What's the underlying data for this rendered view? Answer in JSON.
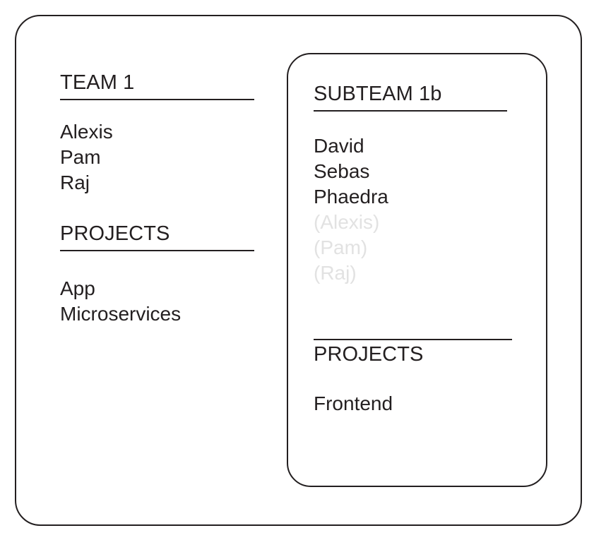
{
  "diagram": {
    "title": "Team and subteam membership diagram",
    "colors": {
      "stroke": "#231f20",
      "text": "#231f20",
      "inactive_text": "#e2e2e2",
      "background": "#ffffff"
    },
    "team": {
      "title": "TEAM 1",
      "members": [
        {
          "label": "Alexis",
          "state": "active"
        },
        {
          "label": "Pam",
          "state": "active"
        },
        {
          "label": "Raj",
          "state": "active"
        }
      ],
      "projects_heading": "PROJECTS",
      "projects": [
        {
          "label": "App"
        },
        {
          "label": "Microservices"
        }
      ]
    },
    "subteam": {
      "title": "SUBTEAM 1b",
      "members": [
        {
          "label": "David",
          "state": "active"
        },
        {
          "label": "Sebas",
          "state": "active"
        },
        {
          "label": "Phaedra",
          "state": "active"
        },
        {
          "label": "(Alexis)",
          "state": "inactive"
        },
        {
          "label": "(Pam)",
          "state": "inactive"
        },
        {
          "label": "(Raj)",
          "state": "inactive"
        }
      ],
      "projects_heading": "PROJECTS",
      "projects": [
        {
          "label": "Frontend"
        }
      ]
    }
  }
}
